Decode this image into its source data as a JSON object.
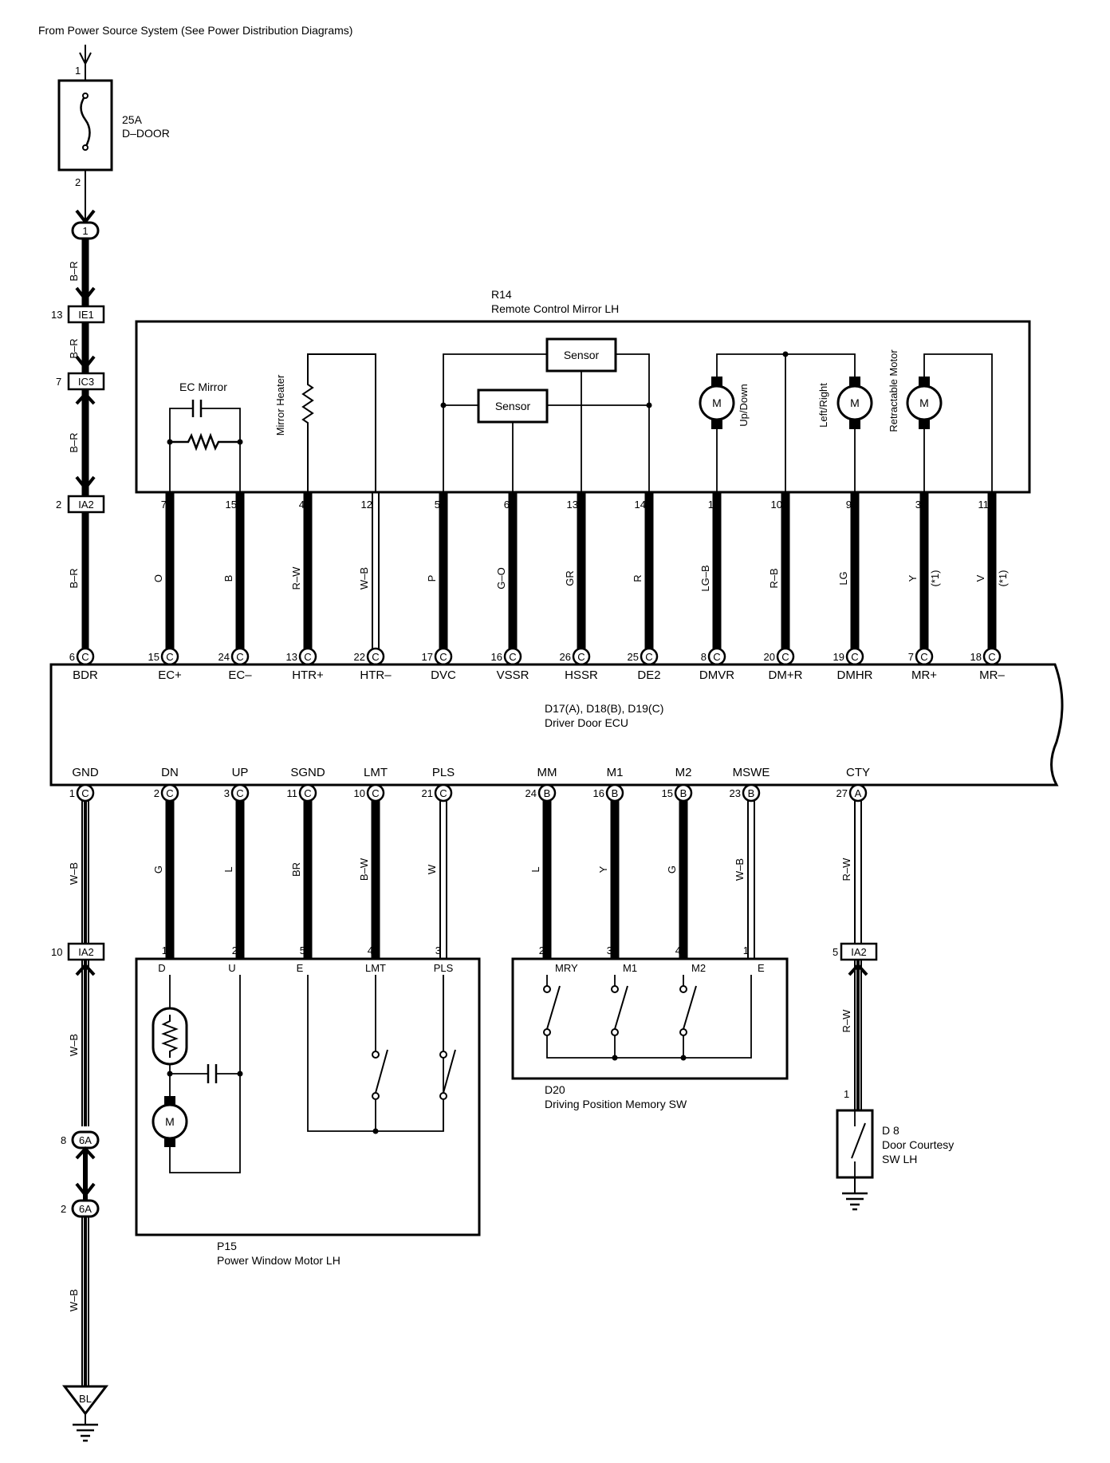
{
  "header": "From Power Source System (See Power Distribution Diagrams)",
  "fuse": {
    "amp": "25A",
    "name": "D–DOOR",
    "pin_in": "1",
    "pin_out": "2"
  },
  "left_column": {
    "splice_top": "1",
    "wires": {
      "w1": "B–R",
      "w2": "B–R",
      "w3": "B–R",
      "w4": "B–R"
    },
    "connectors": [
      {
        "pin": "13",
        "name": "IE1"
      },
      {
        "pin": "7",
        "name": "IC3"
      },
      {
        "pin": "2",
        "name": "IA2"
      }
    ],
    "gnd_wires": {
      "w1": "W–B",
      "w2": "W–B",
      "w3": "W–B"
    },
    "gnd_connector": {
      "pin": "10",
      "name": "IA2"
    },
    "splice_6a_upper": {
      "pin": "8",
      "label": "6A"
    },
    "splice_6a_lower": {
      "pin": "2",
      "label": "6A"
    },
    "ground_point": "BL"
  },
  "mirror": {
    "code": "R14",
    "title": "Remote Control Mirror LH",
    "ec_label": "EC Mirror",
    "heater_label": "Mirror Heater",
    "sensor1": "Sensor",
    "sensor2": "Sensor",
    "motor_letter": "M",
    "motor1_label": "Up/Down",
    "motor2_label": "Left/Right",
    "motor3_label": "Retractable Motor"
  },
  "mirror_wires": [
    {
      "pin": "7",
      "color": "O",
      "ecu_pin": "15",
      "conn": "C",
      "term": "EC+"
    },
    {
      "pin": "15",
      "color": "B",
      "ecu_pin": "24",
      "conn": "C",
      "term": "EC–"
    },
    {
      "pin": "4",
      "color": "R–W",
      "ecu_pin": "13",
      "conn": "C",
      "term": "HTR+"
    },
    {
      "pin": "12",
      "color": "W–B",
      "ecu_pin": "22",
      "conn": "C",
      "term": "HTR–"
    },
    {
      "pin": "5",
      "color": "P",
      "ecu_pin": "17",
      "conn": "C",
      "term": "DVC"
    },
    {
      "pin": "6",
      "color": "G–O",
      "ecu_pin": "16",
      "conn": "C",
      "term": "VSSR"
    },
    {
      "pin": "13",
      "color": "GR",
      "ecu_pin": "26",
      "conn": "C",
      "term": "HSSR"
    },
    {
      "pin": "14",
      "color": "R",
      "ecu_pin": "25",
      "conn": "C",
      "term": "DE2"
    },
    {
      "pin": "1",
      "color": "LG–B",
      "ecu_pin": "8",
      "conn": "C",
      "term": "DMVR"
    },
    {
      "pin": "10",
      "color": "R–B",
      "ecu_pin": "20",
      "conn": "C",
      "term": "DM+R"
    },
    {
      "pin": "9",
      "color": "LG",
      "ecu_pin": "19",
      "conn": "C",
      "term": "DMHR"
    },
    {
      "pin": "3",
      "color": "Y",
      "note": "(*1)",
      "ecu_pin": "7",
      "conn": "C",
      "term": "MR+"
    },
    {
      "pin": "11",
      "color": "V",
      "note": "(*1)",
      "ecu_pin": "18",
      "conn": "C",
      "term": "MR–"
    }
  ],
  "ecu": {
    "codes": "D17(A), D18(B), D19(C)",
    "title": "Driver Door ECU",
    "bdr_pin": "6",
    "bdr_conn": "C",
    "bdr_term": "BDR"
  },
  "bottom_wires": [
    {
      "ecu_pin": "1",
      "conn": "C",
      "term": "GND"
    },
    {
      "ecu_pin": "2",
      "conn": "C",
      "term": "DN",
      "color": "G",
      "pin": "1",
      "dev_term": "D"
    },
    {
      "ecu_pin": "3",
      "conn": "C",
      "term": "UP",
      "color": "L",
      "pin": "2",
      "dev_term": "U"
    },
    {
      "ecu_pin": "11",
      "conn": "C",
      "term": "SGND",
      "color": "BR",
      "pin": "5",
      "dev_term": "E"
    },
    {
      "ecu_pin": "10",
      "conn": "C",
      "term": "LMT",
      "color": "B–W",
      "pin": "4",
      "dev_term": "LMT"
    },
    {
      "ecu_pin": "21",
      "conn": "C",
      "term": "PLS",
      "color": "W",
      "pin": "3",
      "dev_term": "PLS"
    },
    {
      "ecu_pin": "24",
      "conn": "B",
      "term": "MM",
      "color": "L",
      "pin": "2",
      "dev_term": "MRY"
    },
    {
      "ecu_pin": "16",
      "conn": "B",
      "term": "M1",
      "color": "Y",
      "pin": "3",
      "dev_term": "M1"
    },
    {
      "ecu_pin": "15",
      "conn": "B",
      "term": "M2",
      "color": "G",
      "pin": "4",
      "dev_term": "M2"
    },
    {
      "ecu_pin": "23",
      "conn": "B",
      "term": "MSWE",
      "color": "W–B",
      "pin": "1",
      "dev_term": "E"
    },
    {
      "ecu_pin": "27",
      "conn": "A",
      "term": "CTY",
      "color": "R–W"
    }
  ],
  "window_motor": {
    "code": "P15",
    "title": "Power Window Motor LH",
    "motor_letter": "M"
  },
  "memory_sw": {
    "code": "D20",
    "title": "Driving Position Memory SW"
  },
  "courtesy": {
    "code": "D 8",
    "title1": "Door Courtesy",
    "title2": "SW LH",
    "connector": {
      "pin": "5",
      "name": "IA2"
    },
    "wire2": "R–W",
    "pin": "1"
  }
}
